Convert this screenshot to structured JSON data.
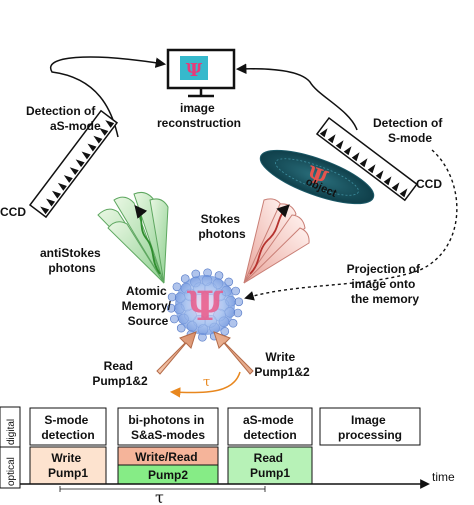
{
  "labels": {
    "image_reconstruction": [
      "image",
      "reconstruction"
    ],
    "detection_as": [
      "Detection of",
      "aS-mode"
    ],
    "detection_s": [
      "Detection of",
      "S-mode"
    ],
    "ccd_left": "CCD",
    "ccd_right": "CCD",
    "object": "object",
    "antistokes": [
      "antiStokes",
      "photons"
    ],
    "stokes": [
      "Stokes",
      "photons"
    ],
    "memory": [
      "Atomic",
      "Memory/",
      "Source"
    ],
    "projection": [
      "Projection of",
      "image onto",
      "the memory"
    ],
    "read_pump": [
      "Read",
      "Pump1&2"
    ],
    "write_pump": [
      "Write",
      "Pump1&2"
    ],
    "tau_orange": "τ",
    "psi": "Ψ"
  },
  "timeline": {
    "row_labels": {
      "digital": "digital",
      "optical": "optical"
    },
    "digital": [
      "S-mode detection",
      "bi-photons in S&aS-modes",
      "aS-mode detection",
      "Image processing"
    ],
    "digital_lines": [
      [
        "S-mode",
        "detection"
      ],
      [
        "bi-photons in",
        "S&aS-modes"
      ],
      [
        "aS-mode",
        "detection"
      ],
      [
        "Image",
        "processing"
      ]
    ],
    "optical": [
      {
        "lines": [
          "Write",
          "Pump1"
        ],
        "color": "#fde3cf"
      },
      {
        "lines": [
          "Write/Read",
          "Pump2"
        ],
        "color": "#f5b49a",
        "color2": "#86ec86"
      },
      {
        "lines": [
          "Read",
          "Pump1"
        ],
        "color": "#b7f2b7"
      }
    ],
    "time_label": "time",
    "tau": "τ"
  },
  "colors": {
    "green_cone": "#9fd7a0",
    "pink_cone": "#f3b8b0",
    "pump_arrow": "#e6a07e",
    "orange_arrow": "#e8871e",
    "screen_cyan": "#2fb6c9"
  }
}
